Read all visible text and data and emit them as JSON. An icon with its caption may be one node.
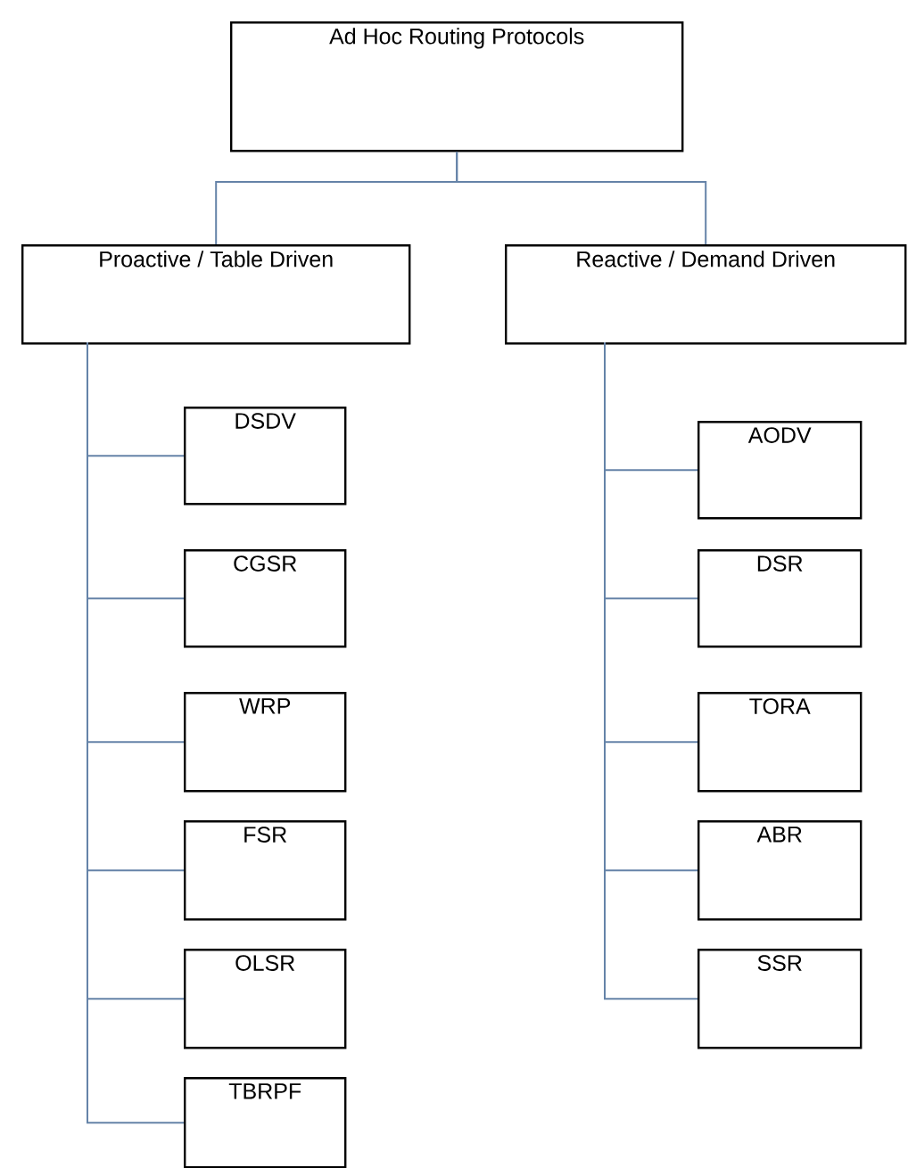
{
  "diagram": {
    "nodes": [
      {
        "text": [
          "Ad Hoc Routing Protocols"
        ]
      },
      {
        "text": [
          "Proactive / Table Driven"
        ]
      },
      {
        "text": [
          "Reactive / Demand Driven"
        ]
      },
      {
        "text": [
          "DSDV"
        ]
      },
      {
        "text": [
          "CGSR"
        ]
      },
      {
        "text": [
          "WRP"
        ]
      },
      {
        "text": [
          "FSR"
        ]
      },
      {
        "text": [
          "OLSR"
        ]
      },
      {
        "text": [
          "TBRPF"
        ]
      },
      {
        "text": [
          "AODV"
        ]
      },
      {
        "text": [
          "DSR"
        ]
      },
      {
        "text": [
          "TORA"
        ]
      },
      {
        "text": [
          "ABR"
        ]
      },
      {
        "text": [
          "SSR"
        ]
      }
    ],
    "edges": [
      {
        "from": 0,
        "to": 1,
        "arrow": "none"
      },
      {
        "from": 0,
        "to": 2,
        "arrow": "none"
      },
      {
        "from": 1,
        "to": 3,
        "arrow": "none"
      },
      {
        "from": 1,
        "to": 4,
        "arrow": "none"
      },
      {
        "from": 1,
        "to": 5,
        "arrow": "none"
      },
      {
        "from": 1,
        "to": 6,
        "arrow": "none"
      },
      {
        "from": 1,
        "to": 7,
        "arrow": "none"
      },
      {
        "from": 1,
        "to": 8,
        "arrow": "none"
      },
      {
        "from": 2,
        "to": 9,
        "arrow": "none"
      },
      {
        "from": 2,
        "to": 10,
        "arrow": "none"
      },
      {
        "from": 2,
        "to": 11,
        "arrow": "none"
      },
      {
        "from": 2,
        "to": 12,
        "arrow": "none"
      },
      {
        "from": 2,
        "to": 13,
        "arrow": "none"
      }
    ]
  }
}
